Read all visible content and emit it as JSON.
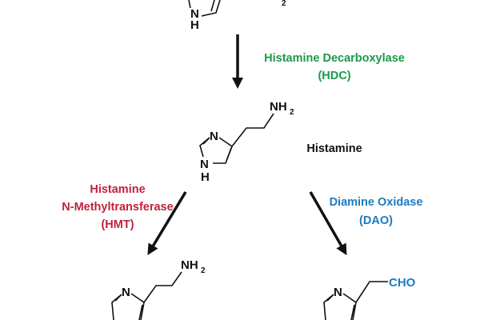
{
  "colors": {
    "hdc": "#1a9a4a",
    "hmt": "#c0223b",
    "dao": "#1b7cc0",
    "text": "#111111"
  },
  "top_molecule": {
    "nh": "N",
    "h": "H",
    "sub": "2"
  },
  "hdc": {
    "name": "Histamine Decarboxylase",
    "abbr": "(HDC)"
  },
  "histamine": {
    "label": "Histamine",
    "n": "N",
    "nh": "N",
    "h": "H",
    "nh2": "NH",
    "sub": "2"
  },
  "hmt": {
    "line1": "Histamine",
    "line2": "N-Methyltransferase",
    "abbr": "(HMT)"
  },
  "dao": {
    "name": "Diamine Oxidase",
    "abbr": "(DAO)"
  },
  "hmt_product": {
    "n": "N",
    "nh2": "NH",
    "sub": "2"
  },
  "dao_product": {
    "n": "N",
    "cho": "CHO"
  }
}
